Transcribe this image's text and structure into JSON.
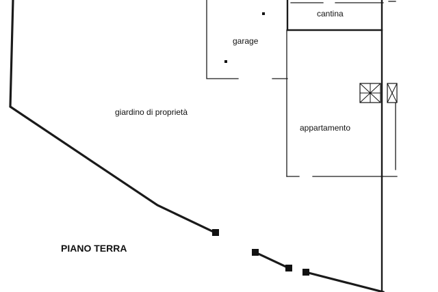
{
  "plan": {
    "level_title": "PIANO TERRA",
    "rooms": {
      "cantina": "cantina",
      "garage": "garage",
      "garden": "giardino di proprietà",
      "apartment": "appartamento"
    }
  }
}
